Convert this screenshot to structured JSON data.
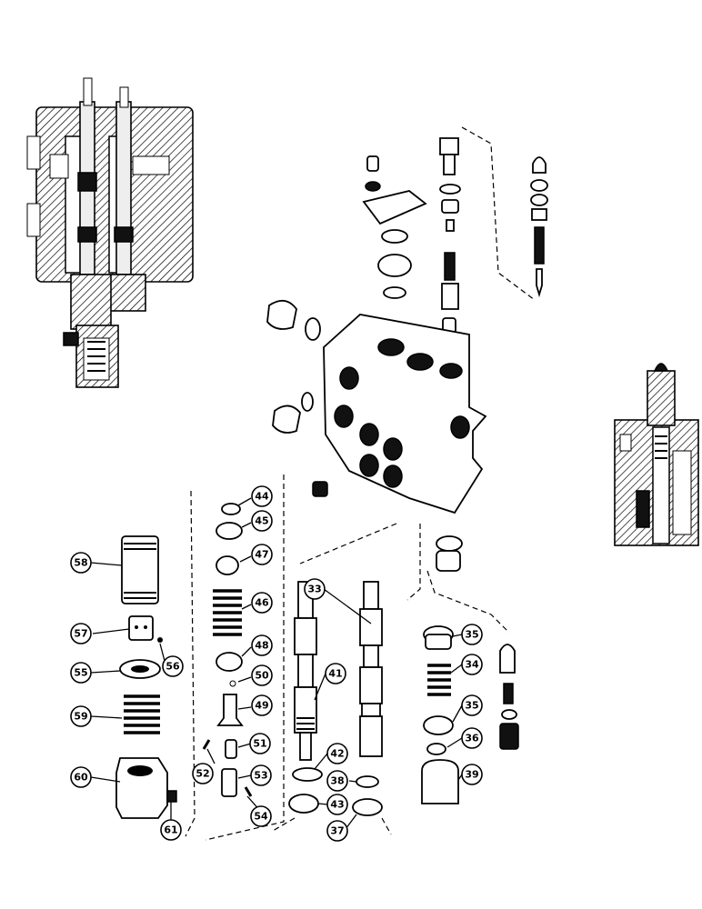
{
  "callouts": [
    {
      "id": "44",
      "label": "44"
    },
    {
      "id": "45",
      "label": "45"
    },
    {
      "id": "47",
      "label": "47"
    },
    {
      "id": "46",
      "label": "46"
    },
    {
      "id": "48",
      "label": "48"
    },
    {
      "id": "50",
      "label": "50"
    },
    {
      "id": "49",
      "label": "49"
    },
    {
      "id": "51",
      "label": "51"
    },
    {
      "id": "52",
      "label": "52"
    },
    {
      "id": "53",
      "label": "53"
    },
    {
      "id": "54",
      "label": "54"
    },
    {
      "id": "58",
      "label": "58"
    },
    {
      "id": "57",
      "label": "57"
    },
    {
      "id": "56",
      "label": "56"
    },
    {
      "id": "55",
      "label": "55"
    },
    {
      "id": "59",
      "label": "59"
    },
    {
      "id": "60",
      "label": "60"
    },
    {
      "id": "61",
      "label": "61"
    },
    {
      "id": "33",
      "label": "33"
    },
    {
      "id": "41",
      "label": "41"
    },
    {
      "id": "42",
      "label": "42"
    },
    {
      "id": "43",
      "label": "43"
    },
    {
      "id": "38",
      "label": "38"
    },
    {
      "id": "37",
      "label": "37"
    },
    {
      "id": "35a",
      "label": "35"
    },
    {
      "id": "34",
      "label": "34"
    },
    {
      "id": "35b",
      "label": "35"
    },
    {
      "id": "36",
      "label": "36"
    },
    {
      "id": "39",
      "label": "39"
    }
  ]
}
